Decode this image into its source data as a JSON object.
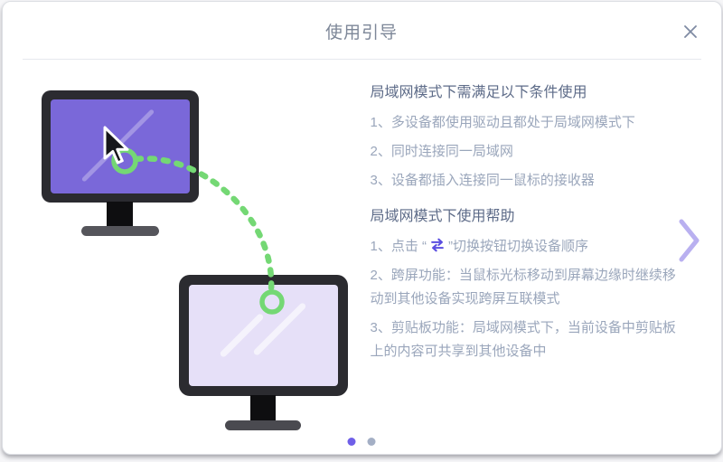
{
  "guide": {
    "title": "使用引导",
    "section1": {
      "heading": "局域网模式下需满足以下条件使用",
      "item1": "1、多设备都使用驱动且都处于局域网模式下",
      "item2": "2、同时连接同一局域网",
      "item3": "3、设备都插入连接同一鼠标的接收器"
    },
    "section2": {
      "heading": "局域网模式下使用帮助",
      "item1_prefix": "1、点击 “",
      "item1_suffix": "”切换按钮切换设备顺序",
      "item2": "2、跨屏功能：当鼠标光标移动到屏幕边缘时继续移动到其他设备实现跨屏互联模式",
      "item3": "3、剪贴板功能：局域网模式下，当前设备中剪贴板上的内容可共享到其他设备中"
    }
  },
  "pagination": {
    "total_dots": 2,
    "active_index": 0
  },
  "icons": {
    "close": "✕",
    "next_chevron": "›",
    "swap_arrows": "⇄",
    "cursor": "↖"
  },
  "colors": {
    "accent_purple": "#6f5fe8",
    "inactive_dot": "#a4afc5",
    "swap_icon": "#5a4ee0",
    "chevron": "#b9b0f0",
    "connection_green": "#74d874",
    "primary_screen": "#7a68d9",
    "secondary_screen": "#e6e0f8",
    "heading_text": "#5d6b88",
    "body_text": "#9aa6bb",
    "title_text": "#7d8798"
  }
}
